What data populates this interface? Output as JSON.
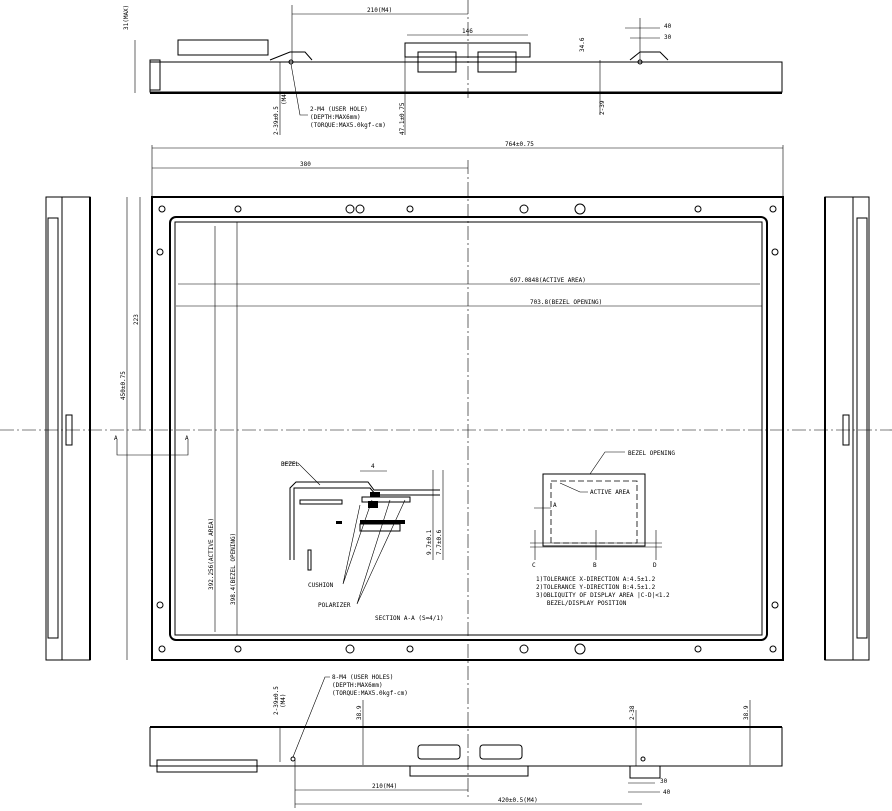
{
  "top_view": {
    "max_height": "31(MAX)",
    "hole_pitch": "210(M4)",
    "board_width": "146",
    "dim_40": "40",
    "dim_30": "30",
    "dim_34_6": "34.6",
    "hole_note": [
      "2-M4 (USER HOLE)",
      "(DEPTH:MAX6mm)",
      "(TORQUE:MAX5.0kgf-cm)"
    ],
    "hole_height": "2-39±0.5",
    "hole_height_sub": "(M4)",
    "depth": "47.1±0.75",
    "dim_2_39": "2-39"
  },
  "front_view": {
    "width": "764±0.75",
    "half_width": "380",
    "active_width": "697.0848(ACTIVE AREA)",
    "bezel_width": "703.8(BEZEL OPENING)",
    "height": "450±0.75",
    "half_height": "223",
    "active_height": "392.256(ACTIVE AREA)",
    "bezel_height": "398.4(BEZEL OPENING)",
    "section_mark": "A"
  },
  "section": {
    "bezel": "BEZEL",
    "dim_4": "4",
    "cushion": "CUSHION",
    "polarizer": "POLARIZER",
    "dim_a": "9.7±0.1",
    "dim_b": "7.7±0.6",
    "title": "SECTION  A-A (S=4/1)"
  },
  "tolerance": {
    "bezel_opening": "BEZEL OPENING",
    "active_area": "ACTIVE AREA",
    "label_a": "A",
    "label_b": "B",
    "label_c": "C",
    "label_d": "D",
    "notes": [
      "1)TOLERANCE X-DIRECTION A:4.5±1.2",
      "2)TOLERANCE Y-DIRECTION B:4.5±1.2",
      "3)OBLIQUITY OF DISPLAY AREA |C-D|<1.2",
      "   BEZEL/DISPLAY POSITION"
    ]
  },
  "bottom_view": {
    "hole_note": [
      "8-M4 (USER HOLES)",
      "(DEPTH:MAX6mm)",
      "(TORQUE:MAX5.0kgf-cm)"
    ],
    "hole_height": "2-39±0.5",
    "hole_height_sub": "(M4)",
    "dim_38_9a": "38.9",
    "dim_2_38": "2-38",
    "dim_38_9b": "38.9",
    "hole_pitch": "210(M4)",
    "hole_span": "420±0.5(M4)",
    "dim_30": "30",
    "dim_40": "40"
  }
}
